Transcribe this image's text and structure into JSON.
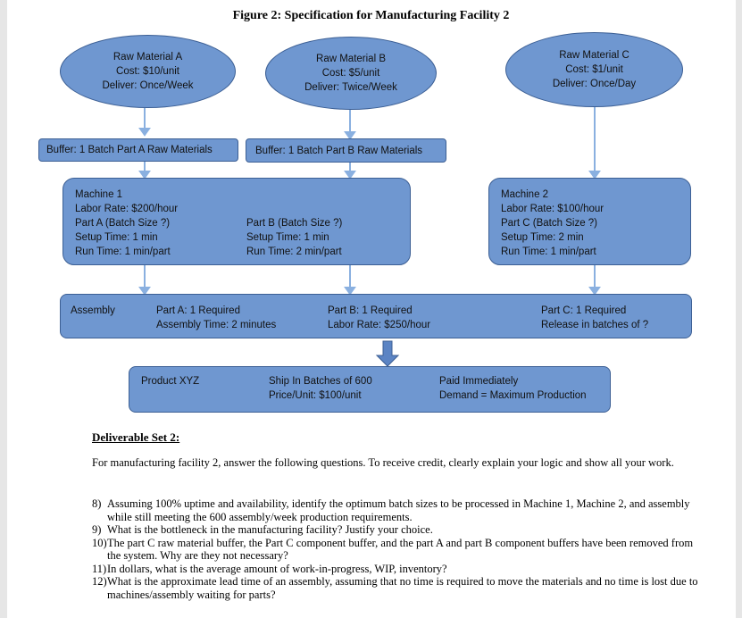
{
  "figure_title": "Figure 2: Specification for Manufacturing Facility 2",
  "raw_a": {
    "line1": "Raw Material A",
    "line2": "Cost: $10/unit",
    "line3": "Deliver: Once/Week"
  },
  "raw_b": {
    "line1": "Raw Material B",
    "line2": "Cost: $5/unit",
    "line3": "Deliver: Twice/Week"
  },
  "raw_c": {
    "line1": "Raw Material C",
    "line2": "Cost: $1/unit",
    "line3": "Deliver: Once/Day"
  },
  "buffer_a": "Buffer: 1 Batch Part A Raw Materials",
  "buffer_b": "Buffer: 1 Batch Part B Raw Materials",
  "machine1": {
    "title": "Machine 1",
    "labor": "Labor Rate: $200/hour",
    "part_a": {
      "line1": "Part A (Batch Size ?)",
      "line2": "Setup Time: 1 min",
      "line3": "Run Time: 1 min/part"
    },
    "part_b": {
      "line1": "Part B (Batch Size ?)",
      "line2": "Setup Time: 1 min",
      "line3": "Run Time: 2 min/part"
    }
  },
  "machine2": {
    "title": "Machine 2",
    "labor": "Labor Rate: $100/hour",
    "part_c": {
      "line1": "Part C (Batch Size ?)",
      "line2": "Setup Time: 2 min",
      "line3": "Run Time: 1 min/part"
    }
  },
  "assembly": {
    "label": "Assembly",
    "part_a": {
      "line1": "Part A: 1 Required",
      "line2": "Assembly Time: 2 minutes"
    },
    "part_b": {
      "line1": "Part B: 1 Required",
      "line2": "Labor Rate: $250/hour"
    },
    "part_c": {
      "line1": "Part C: 1 Required",
      "line2": "Release in batches of ?"
    }
  },
  "product": {
    "label": "Product XYZ",
    "ship": {
      "line1": "Ship In Batches of 600",
      "line2": "Price/Unit: $100/unit"
    },
    "paid": {
      "line1": "Paid Immediately",
      "line2": "Demand = Maximum Production"
    }
  },
  "deliverable_title": "Deliverable Set 2:",
  "intro": "For manufacturing facility 2, answer the following questions.  To receive credit, clearly explain your logic and show all your work.",
  "questions": [
    {
      "num": "8)",
      "text": "Assuming 100% uptime and availability, identify the optimum batch sizes to be processed in Machine 1, Machine 2, and assembly while still meeting the 600 assembly/week production requirements."
    },
    {
      "num": "9)",
      "text": "What is the bottleneck in the manufacturing facility? Justify your choice."
    },
    {
      "num": "10)",
      "text": "The part C raw material buffer, the Part C component buffer, and the part A and part B component buffers have been removed from the system.  Why are they not necessary?"
    },
    {
      "num": "11)",
      "text": "In dollars, what is the average amount of work-in-progress, WIP, inventory?"
    },
    {
      "num": "12)",
      "text": "What is the approximate lead time of an assembly, assuming that no time is required to move the materials and no time is lost due to machines/assembly waiting for parts?"
    }
  ],
  "colors": {
    "box_fill": "#6f97d0",
    "box_border": "#3c5f94",
    "arrow": "#8ab0e0",
    "big_arrow": "#5b84c4"
  }
}
